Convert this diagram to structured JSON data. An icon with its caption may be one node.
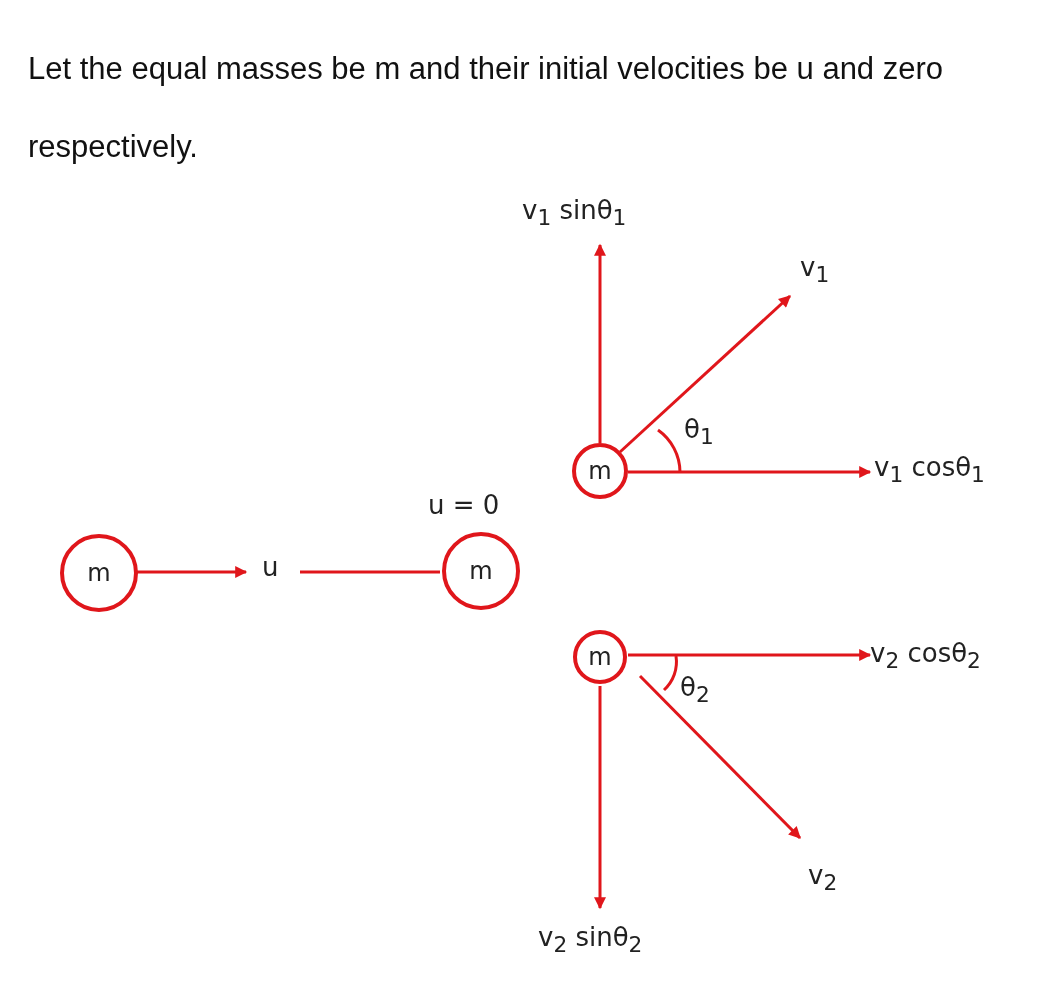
{
  "diagram": {
    "title": "Let the equal masses be m and their initial velocities be u and zero respectively.",
    "nodes": [
      {
        "text": [
          "m"
        ]
      },
      {
        "text": [
          "m"
        ]
      },
      {
        "text": [
          "m"
        ]
      },
      {
        "text": [
          "m"
        ]
      }
    ],
    "labels": [
      "v$_{1}$ sinθ$_{1}$",
      "v$_{1}$",
      "θ$_{1}$",
      "v$_{1}$ cosθ$_{1}$",
      "u = 0",
      "u",
      "v$_{2}$ cosθ$_{2}$",
      "θ$_{2}$",
      "v$_{2}$",
      "v$_{2}$ sinθ$_{2}$"
    ]
  }
}
